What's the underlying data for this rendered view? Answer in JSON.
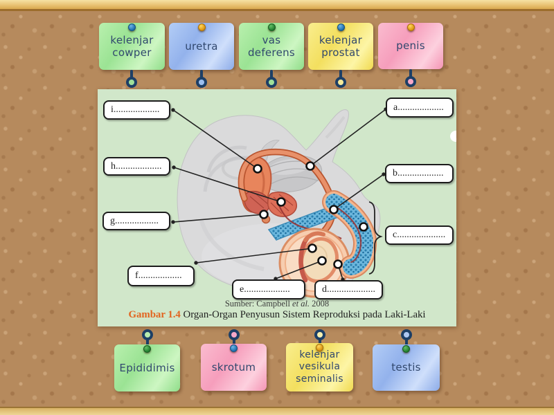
{
  "activity": {
    "type": "label-the-diagram",
    "theme": "corkboard"
  },
  "cards": {
    "top": [
      {
        "label": "kelenjar cowper",
        "card_color": "green",
        "pin_color": "blue"
      },
      {
        "label": "uretra",
        "card_color": "blue",
        "pin_color": "amber"
      },
      {
        "label": "vas deferens",
        "card_color": "green",
        "pin_color": "dgreen"
      },
      {
        "label": "kelenjar prostat",
        "card_color": "yellow",
        "pin_color": "blue"
      },
      {
        "label": "penis",
        "card_color": "pink",
        "pin_color": "amber"
      }
    ],
    "bottom": [
      {
        "label": "Epididimis",
        "card_color": "green",
        "pin_color": "dgreen"
      },
      {
        "label": "skrotum",
        "card_color": "pink",
        "pin_color": "blue"
      },
      {
        "label": "kelenjar vesikula seminalis",
        "card_color": "yellow",
        "pin_color": "amber"
      },
      {
        "label": "testis",
        "card_color": "blue",
        "pin_color": "dgreen"
      }
    ]
  },
  "figure": {
    "placeholders": {
      "a": "a...................",
      "b": "b...................",
      "c": "c....................",
      "d": "d....................",
      "e": "e...................",
      "f": "f..................",
      "g": "g..................",
      "h": "h...................",
      "i": "i..................."
    },
    "caption_source": {
      "prefix": "Sumber: Campbell ",
      "italic": "et al.",
      "suffix": " 2008"
    },
    "caption_figure": {
      "label": "Gambar 1.4",
      "text": " Organ-Organ Penyusun Sistem Reproduksi pada Laki-Laki"
    }
  },
  "colors": {
    "card_green": "#a6e79e",
    "card_blue": "#9bbcf0",
    "card_yellow": "#f6e96e",
    "card_pink": "#f8a9c4",
    "pin_blue": "#2677b5",
    "pin_amber": "#eca819",
    "pin_green": "#2e8b3a",
    "connector_navy": "#1d3f66",
    "panel_green": "#d1e7ca",
    "figure_label_orange": "#e2641f",
    "cork": "#b68a5d"
  }
}
